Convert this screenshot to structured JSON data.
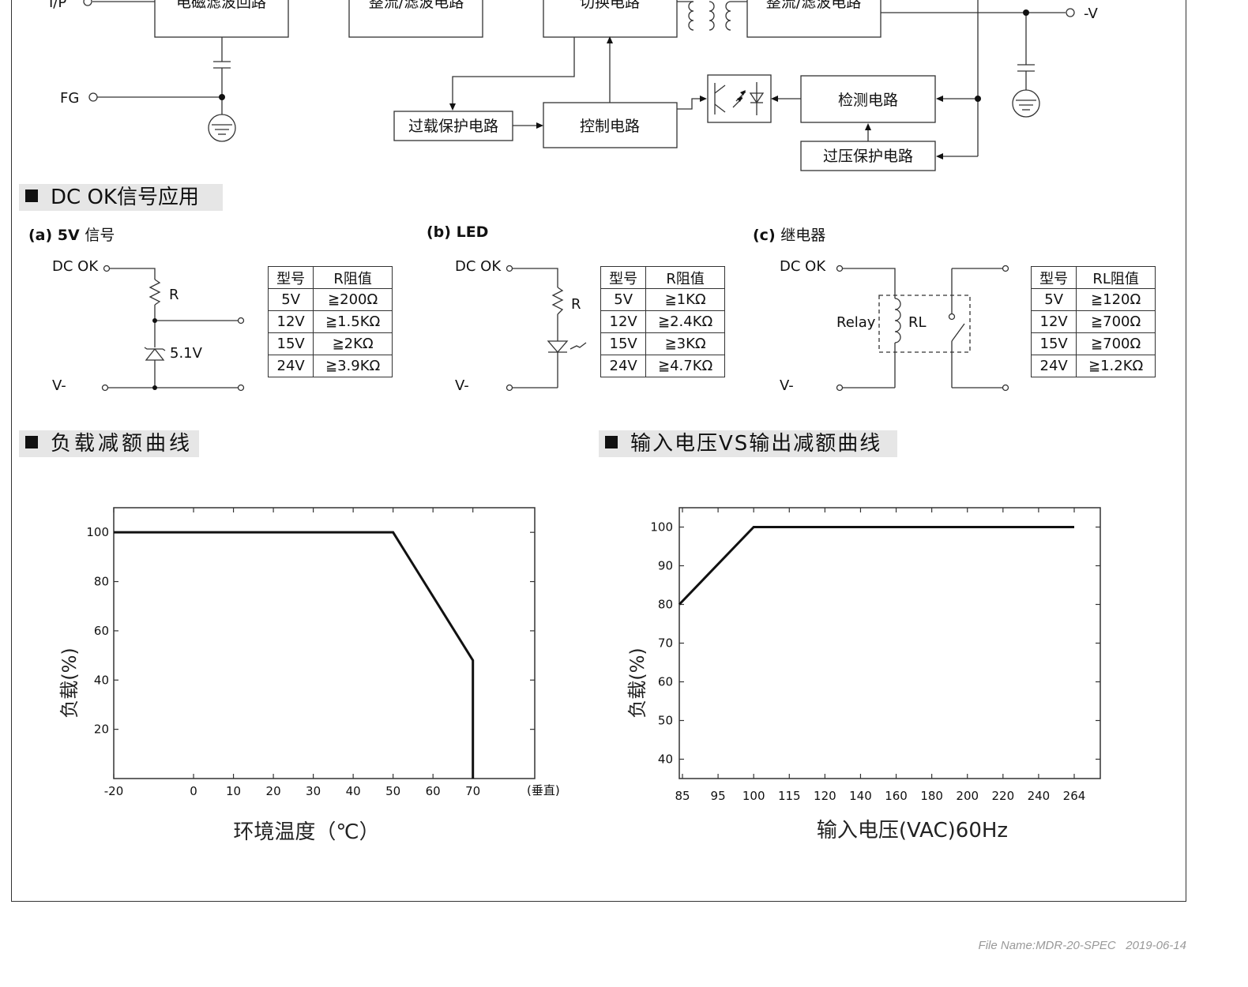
{
  "block_diagram": {
    "label_ip": "I/P",
    "label_fg": "FG",
    "label_minus_v": "-V",
    "emi_filter": "电磁滤波回路",
    "rect_filter_1": "整流/滤波电路",
    "switching": "切换电路",
    "rect_filter_2": "整流/滤波电路",
    "overload_protect": "过载保护电路",
    "control": "控制电路",
    "detection": "检测电路",
    "overvoltage_protect": "过压保护电路"
  },
  "dcok": {
    "title": "DC OK信号应用",
    "a": {
      "title_prefix": "(a) 5V",
      "title_cn": "信号",
      "dc_ok": "DC OK",
      "v_minus": "V-",
      "r_label": "R",
      "zener_label": "5.1V",
      "table": {
        "headers": [
          "型号",
          "R阻值"
        ],
        "rows": [
          [
            "5V",
            "≧200Ω"
          ],
          [
            "12V",
            "≧1.5KΩ"
          ],
          [
            "15V",
            "≧2KΩ"
          ],
          [
            "24V",
            "≧3.9KΩ"
          ]
        ]
      }
    },
    "b": {
      "title_prefix": "(b) LED",
      "dc_ok": "DC OK",
      "v_minus": "V-",
      "r_label": "R",
      "table": {
        "headers": [
          "型号",
          "R阻值"
        ],
        "rows": [
          [
            "5V",
            "≧1KΩ"
          ],
          [
            "12V",
            "≧2.4KΩ"
          ],
          [
            "15V",
            "≧3KΩ"
          ],
          [
            "24V",
            "≧4.7KΩ"
          ]
        ]
      }
    },
    "c": {
      "title_prefix": "(c)",
      "title_cn": "继电器",
      "dc_ok": "DC OK",
      "v_minus": "V-",
      "relay_label": "Relay",
      "rl_label": "RL",
      "table": {
        "headers": [
          "型号",
          "RL阻值"
        ],
        "rows": [
          [
            "5V",
            "≧120Ω"
          ],
          [
            "12V",
            "≧700Ω"
          ],
          [
            "15V",
            "≧700Ω"
          ],
          [
            "24V",
            "≧1.2KΩ"
          ]
        ]
      }
    }
  },
  "derating": {
    "title": "负载减额曲线",
    "corner_note": "(垂直)"
  },
  "input_derating": {
    "title": "输入电压VS输出减额曲线"
  },
  "chart_data": [
    {
      "type": "line",
      "title": "",
      "xlabel": "环境温度（℃）",
      "ylabel": "负载(%)",
      "x_ticks": [
        -20,
        0,
        10,
        20,
        30,
        40,
        50,
        60,
        70
      ],
      "y_ticks": [
        20,
        40,
        60,
        80,
        100
      ],
      "xlim": [
        -20,
        85
      ],
      "ylim": [
        0,
        110
      ],
      "series": [
        {
          "x": [
            -20,
            50,
            70,
            70
          ],
          "y": [
            100,
            100,
            48,
            0
          ]
        }
      ],
      "grid": false
    },
    {
      "type": "line",
      "title": "",
      "xlabel": "输入电压(VAC)60Hz",
      "ylabel": "负载(%)",
      "x_ticks": [
        "85",
        "95",
        "100",
        "115",
        "120",
        "140",
        "160",
        "180",
        "200",
        "220",
        "240",
        "264"
      ],
      "y_ticks": [
        40,
        50,
        60,
        70,
        80,
        90,
        100
      ],
      "ylim": [
        35,
        105
      ],
      "series": [
        {
          "x": [
            "85",
            "100",
            "264"
          ],
          "y": [
            80,
            100,
            100
          ]
        }
      ],
      "grid": false
    }
  ],
  "footer": {
    "file_name": "File Name:MDR-20-SPEC",
    "date": "2019-06-14"
  }
}
